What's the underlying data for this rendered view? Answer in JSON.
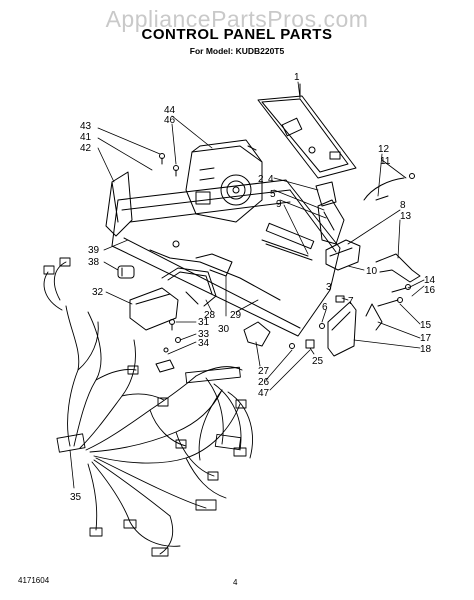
{
  "watermark": "AppliancePartsPros.com",
  "title": "CONTROL PANEL PARTS",
  "subtitle": "For Model: KUDB220T5",
  "footer": {
    "doc_number": "4171604",
    "page_number": "4"
  },
  "callouts": [
    "1",
    "2",
    "4",
    "5",
    "9",
    "12",
    "11",
    "8",
    "13",
    "10",
    "14",
    "16",
    "7",
    "15",
    "17",
    "18",
    "6",
    "25",
    "3",
    "27",
    "26",
    "47",
    "44",
    "46",
    "43",
    "41",
    "42",
    "39",
    "38",
    "32",
    "31",
    "33",
    "34",
    "28",
    "29",
    "30",
    "35"
  ]
}
